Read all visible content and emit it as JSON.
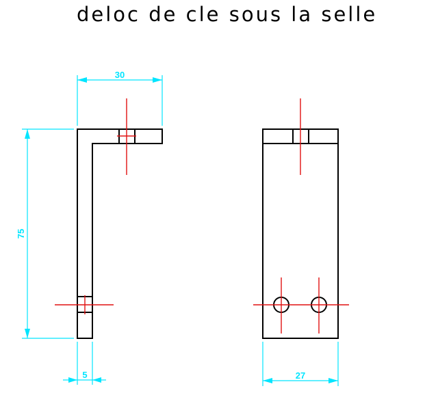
{
  "title": "deloc de cle sous la selle",
  "dimensions": {
    "width_top": "30",
    "height": "75",
    "thickness": "5",
    "width_front": "27"
  },
  "colors": {
    "object": "#000000",
    "centerline": "#e01010",
    "dimension": "#00e5ff",
    "background": "#ffffff"
  }
}
